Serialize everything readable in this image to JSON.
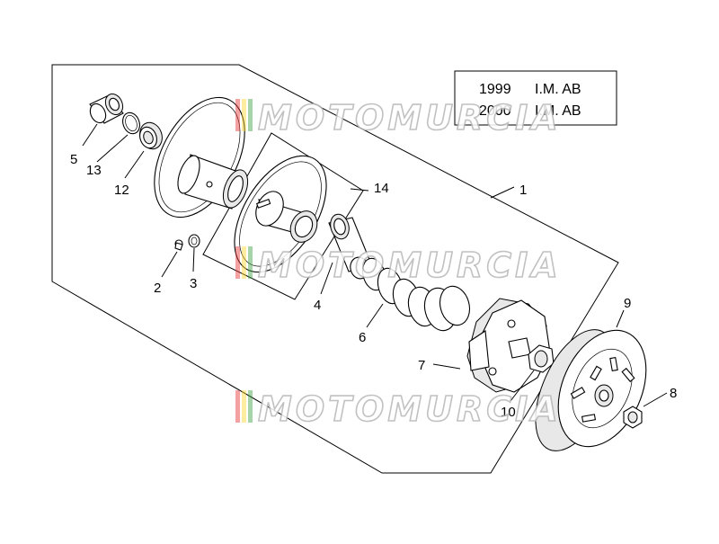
{
  "legend": {
    "rows": [
      {
        "year": "1999",
        "code": "I.M. AB"
      },
      {
        "year": "2000",
        "code": "I.M. AB"
      }
    ]
  },
  "watermark": {
    "text": "MOTOMURCIA",
    "colors": [
      "#e53935",
      "#fdd835",
      "#43a047"
    ]
  },
  "labels": {
    "p1": "1",
    "p2": "2",
    "p3": "3",
    "p4": "4",
    "p5": "5",
    "p6": "6",
    "p7": "7",
    "p8": "8",
    "p9": "9",
    "p10": "10",
    "p12": "12",
    "p13": "13",
    "p14": "14"
  }
}
